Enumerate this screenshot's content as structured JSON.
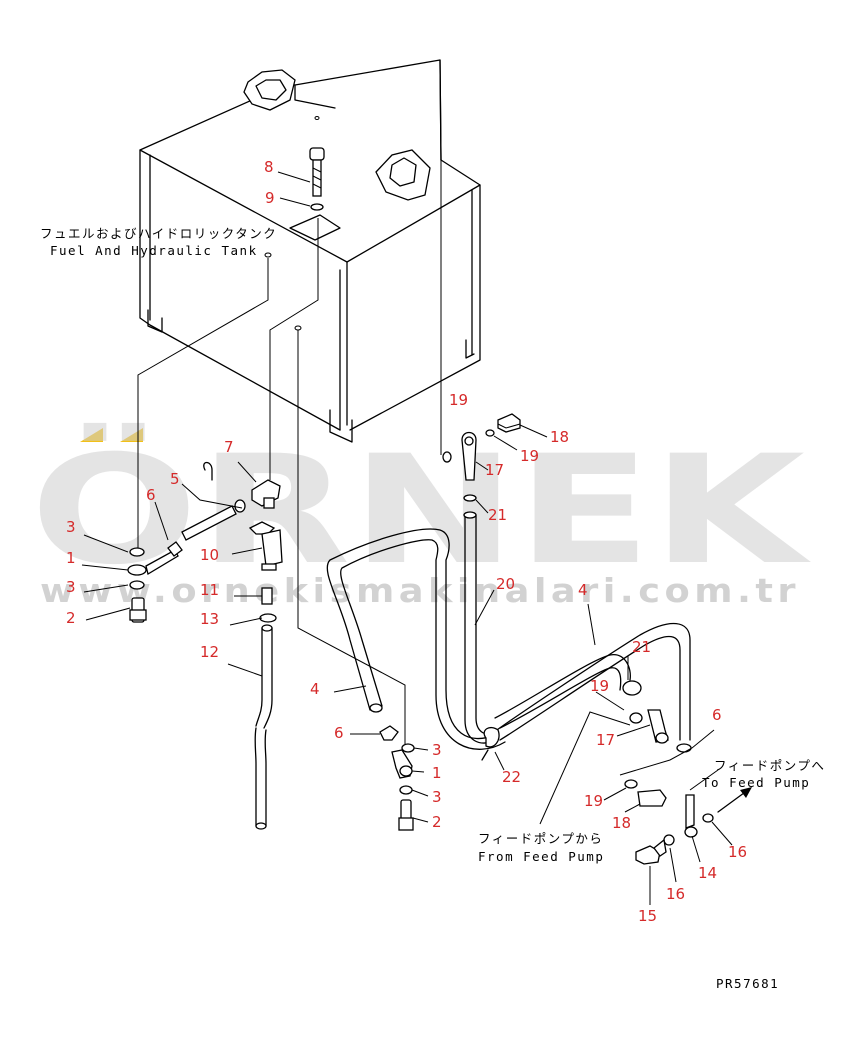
{
  "watermark": {
    "brand": "ÖRNEK",
    "url": "www.ornekismakinalari.com.tr",
    "color": "#cfcfcf",
    "accent": "#f2c018"
  },
  "captions": {
    "tank_jp": "フュエルおよびハイドロリックタンク",
    "tank_en": "Fuel And Hydraulic Tank",
    "from_pump_jp": "フィードポンプから",
    "from_pump_en": "From Feed Pump",
    "to_pump_jp": "フィードポンプへ",
    "to_pump_en": "To Feed Pump"
  },
  "drawing_code": "PR57681",
  "callouts": [
    {
      "id": "c1",
      "label": "8"
    },
    {
      "id": "c2",
      "label": "9"
    },
    {
      "id": "c3",
      "label": "7"
    },
    {
      "id": "c4",
      "label": "5"
    },
    {
      "id": "c5",
      "label": "6"
    },
    {
      "id": "c6",
      "label": "3"
    },
    {
      "id": "c7",
      "label": "1"
    },
    {
      "id": "c8",
      "label": "3"
    },
    {
      "id": "c9",
      "label": "2"
    },
    {
      "id": "c10",
      "label": "10"
    },
    {
      "id": "c11",
      "label": "11"
    },
    {
      "id": "c12",
      "label": "13"
    },
    {
      "id": "c13",
      "label": "12"
    },
    {
      "id": "c14",
      "label": "19"
    },
    {
      "id": "c15",
      "label": "18"
    },
    {
      "id": "c16",
      "label": "19"
    },
    {
      "id": "c17",
      "label": "17"
    },
    {
      "id": "c18",
      "label": "21"
    },
    {
      "id": "c19",
      "label": "20"
    },
    {
      "id": "c20",
      "label": "4"
    },
    {
      "id": "c21",
      "label": "21"
    },
    {
      "id": "c22",
      "label": "19"
    },
    {
      "id": "c23",
      "label": "4"
    },
    {
      "id": "c24",
      "label": "6"
    },
    {
      "id": "c25",
      "label": "3"
    },
    {
      "id": "c26",
      "label": "1"
    },
    {
      "id": "c27",
      "label": "3"
    },
    {
      "id": "c28",
      "label": "2"
    },
    {
      "id": "c29",
      "label": "22"
    },
    {
      "id": "c30",
      "label": "17"
    },
    {
      "id": "c31",
      "label": "6"
    },
    {
      "id": "c32",
      "label": "19"
    },
    {
      "id": "c33",
      "label": "18"
    },
    {
      "id": "c34",
      "label": "16"
    },
    {
      "id": "c35",
      "label": "14"
    },
    {
      "id": "c36",
      "label": "16"
    },
    {
      "id": "c37",
      "label": "15"
    }
  ]
}
